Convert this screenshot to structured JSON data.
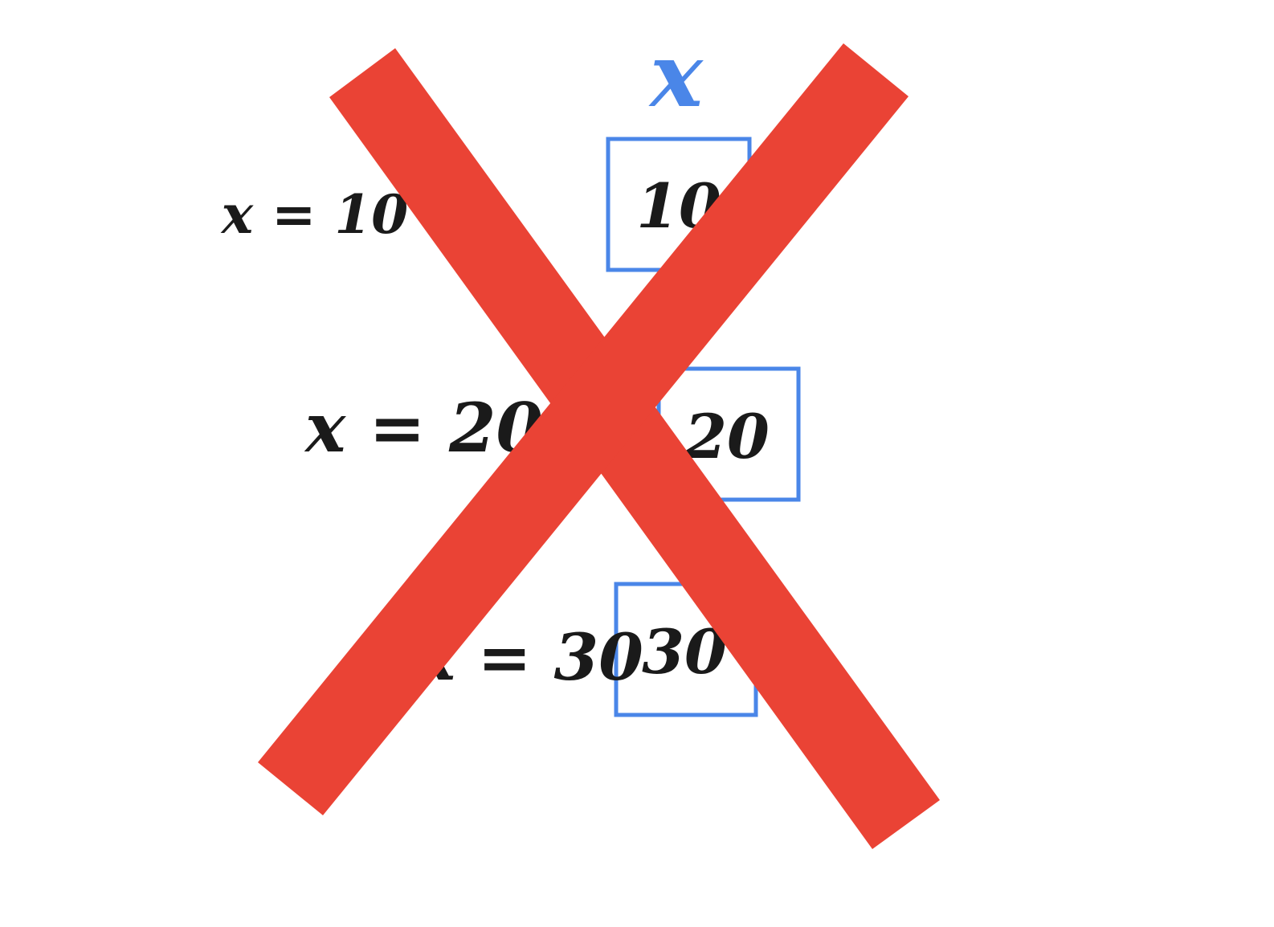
{
  "variable_label": "x",
  "rows": [
    {
      "equation": "x = 10",
      "box_value": "10"
    },
    {
      "equation": "x = 20",
      "box_value": "20"
    },
    {
      "equation": "x = 30",
      "box_value": "30"
    }
  ],
  "colors": {
    "box_stroke": "#4a86e8",
    "variable_label": "#4a86e8",
    "handwriting": "#1a1a1a",
    "cross": "#ea4335",
    "background": "#ffffff"
  },
  "icons": {
    "cross": "x-cross-mark"
  }
}
